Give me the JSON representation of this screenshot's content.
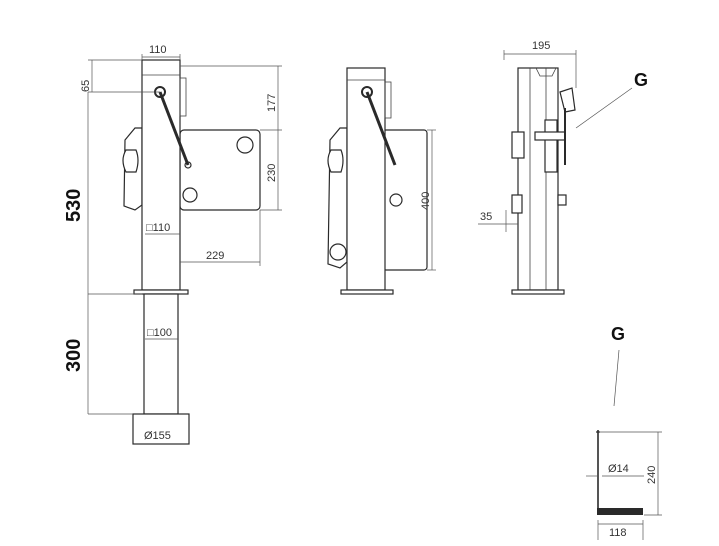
{
  "dimensions": {
    "width_top": "110",
    "offset_top": "65",
    "height_upper": "177",
    "plate_height": "230",
    "tube_outer": "□110",
    "plate_offset": "229",
    "tube_inner": "□100",
    "foot_diameter": "Ø155",
    "total_upper": "530",
    "total_lower": "300",
    "plate_height_mid": "400",
    "side_width": "195",
    "side_offset": "35",
    "handle_diameter": "Ø14",
    "handle_length": "240",
    "handle_width": "118"
  },
  "callouts": {
    "side_label": "G",
    "detail_label": "G"
  }
}
